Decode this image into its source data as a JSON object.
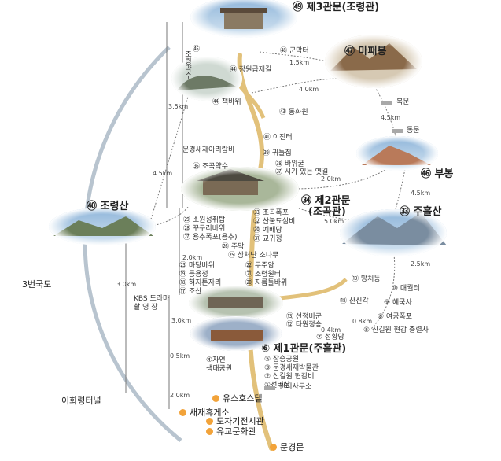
{
  "places": {
    "gate3": "㊾ 제3관문(조령관)",
    "mapae": "㊼ 마패봉",
    "gate2": "㉞ 제2관문",
    "gate2_sub": "(조곡관)",
    "joryeong": "㊵ 조령산",
    "juheul": "㉝ 주흘산",
    "bubong": "㊻ 부봉",
    "gate1": "⑥ 제1관문(주흘관)",
    "route3": "3번국도",
    "ihwa": "이화령터널",
    "kbs": "KBS 드라마\n촬 영 장"
  },
  "sites": {
    "s48": "㊽ 군막터",
    "s45": "㊺",
    "s46_jangwon": "㊹ 장원급제길",
    "s44_chaek": "㊹ 책바위",
    "s43_donghwa": "㊸ 동화원",
    "s41_ijin": "㊶ 이진터",
    "s_arirang": "문경새재아리랑비",
    "s39": "㊴ 귀틀집",
    "s38": "㊳ 바위굴",
    "s37": "㊲ 시가 있는 옛길",
    "s36": "㊱ 조곡약수",
    "s_jogok": "㉝ 조곡폭포",
    "s_sanbul": "㉜ 산불됴심비",
    "s_yebae": "㉚ 예배당",
    "s_gyogwi": "㉛ 교귀정",
    "s_sowon": "㉙ 소원성취탑",
    "s_ggugguri": "㉘ 꾸구리바위",
    "s_yongchu": "㉗ 용추폭포(용추)",
    "s_jumak": "㉖ 주막",
    "s_sosangnamu": "㉕ 상처난 소나무",
    "s_mudangbawi": "㉓ 마당바위",
    "s_mujuam": "㉒ 무주암",
    "s_deungyong": "⑲ 등용정",
    "s_joryeongwon": "㉑ 조령원터",
    "s_hyeopjijaksi": "⑱ 혀지튼자리",
    "s_jigeumbawi": "⑳ 지름틀바위",
    "s_josan": "⑰ 조산",
    "s_mangcheo": "⑲ 망처등",
    "s_sansin": "⑱ 산신각",
    "s_seonjeong": "⑬ 선정비군",
    "s_taworjeong": "⑫ 타원정승",
    "s_daeseonggol": "⑩ 대궐터",
    "s_hyeguksa": "⑨ 혜국사",
    "s_yeogung": "⑧ 여궁폭포",
    "s_singil": "⑤ 신길원 현감 충렬사",
    "s_seonghwang": "⑦ 성황당",
    "s_jayeon": "④자연\n생태공원",
    "s_jangseung": "⑤ 장승공원",
    "s_museum": "③ 문경새재박물관",
    "s_singil2": "② 신길원 현감비",
    "s_seonbi": "①선비상",
    "s_office": "관리사무소",
    "s_youth": "유스호스텔",
    "s_saejae": "새재휴게소",
    "s_dojagi": "도자기전시관",
    "s_yugyo": "유교문화관",
    "s_mungyeong": "문경문",
    "s_bukmun": "북문",
    "s_dongmun": "동문",
    "s_joryeongyaksu": "조령약수"
  },
  "distances": {
    "d1_5": "1.5km",
    "d4_0": "4.0km",
    "d3_5": "3.5km",
    "d4_5a": "4.5km",
    "d4_5b": "4.5km",
    "d2_0a": "2.0km",
    "d4_5c": "4.5km",
    "d5_0": "5.0km",
    "d2_5": "2.5km",
    "d2_0b": "2.0km",
    "d3_0a": "3.0km",
    "d3_0b": "3.0km",
    "d0_8": "0.8km",
    "d0_4": "0.4km",
    "d0_5": "0.5km",
    "d2_0c": "2.0km"
  },
  "colors": {
    "road": "#e2c17a",
    "curve": "#b8c4cf",
    "marker": "#f2a33a",
    "sky": "#8db4d9",
    "hill": "#6b7f5a"
  }
}
